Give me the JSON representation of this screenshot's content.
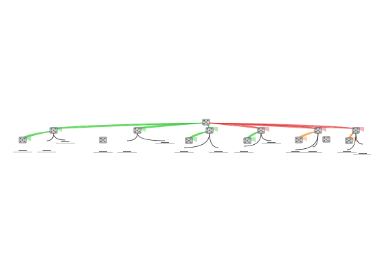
{
  "diagram": {
    "nodes": [
      {
        "id": "root",
        "kind": "board"
      },
      {
        "id": "b1",
        "kind": "board"
      },
      {
        "id": "b1a",
        "kind": "board"
      },
      {
        "id": "b2",
        "kind": "board"
      },
      {
        "id": "b2a",
        "kind": "board"
      },
      {
        "id": "b3",
        "kind": "board"
      },
      {
        "id": "b3a",
        "kind": "board"
      },
      {
        "id": "b4",
        "kind": "board"
      },
      {
        "id": "b4a",
        "kind": "board"
      },
      {
        "id": "b5",
        "kind": "board"
      },
      {
        "id": "b5a",
        "kind": "board"
      },
      {
        "id": "b5b",
        "kind": "board"
      },
      {
        "id": "b6",
        "kind": "board"
      },
      {
        "id": "b6a",
        "kind": "board"
      }
    ],
    "edges": [
      {
        "from": "root",
        "to": "b1",
        "color": "#22c422"
      },
      {
        "from": "root",
        "to": "b2",
        "color": "#22c422"
      },
      {
        "from": "root",
        "to": "b3",
        "color": "#22c422"
      },
      {
        "from": "root",
        "to": "b4",
        "color": "#e03030"
      },
      {
        "from": "root",
        "to": "b5",
        "color": "#e03030"
      },
      {
        "from": "root",
        "to": "b6",
        "color": "#e03030"
      },
      {
        "from": "b1",
        "to": "b1a",
        "color": "#22c422"
      },
      {
        "from": "b3",
        "to": "b3a",
        "color": "#22c422"
      },
      {
        "from": "b4",
        "to": "b4a",
        "color": "#22c422"
      },
      {
        "from": "b5",
        "to": "b5a",
        "color": "#e88a20"
      },
      {
        "from": "b6",
        "to": "b6a",
        "color": "#e88a20"
      }
    ],
    "colors": {
      "win": "#22c422",
      "loss": "#e03030",
      "neutral": "#e88a20",
      "connector": "#111111",
      "board": "#333333"
    }
  }
}
